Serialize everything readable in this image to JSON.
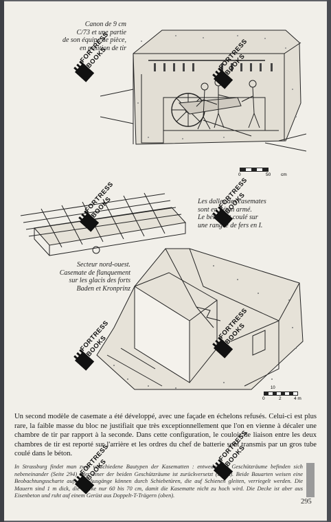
{
  "captions": {
    "cannon": [
      "Canon de 9 cm",
      "C/73 et une partie",
      "de son équipe de pièce,",
      "en position de tir"
    ],
    "ceiling": [
      "Les dalles des casemates",
      "sont en béton armé.",
      "Le béton est coulé sur",
      "une rangée de fers en I."
    ],
    "sector": [
      "Secteur nord-ouest.",
      "Casemate de flanquement",
      "sur les glacis des forts",
      "Baden et Kronprinz"
    ]
  },
  "scales": {
    "top": {
      "left": "0",
      "right": "50",
      "unit": "cm"
    },
    "bottom": {
      "left": "0",
      "mid": "10",
      "unit": "2",
      "right": "4 m"
    }
  },
  "body_text": "Un second modèle de casemate a été développé, avec une façade en échelons refusés. Celui-ci est plus rare, la faible masse du bloc ne justifiait que très exceptionnellement que l'on en vienne à décaler une chambre de tir par rapport à la seconde. Dans cette configuration, le couloir de liaison entre les deux chambres de tir est reporté sur l'arrière et les ordres du chef de batterie sont transmis par un gros tube coulé dans le béton.",
  "german_text": "In Strassburg findet man zwei verschiedene Bautypen der Kasematten : entweder die Geschützräume befinden sich nebeneinander (Seite 294) oder einer der beiden Geschützräume ist zurückversetzt (unten). Beide Bauarten weisen eine Beobachtungsscharte auf. Die Ausgänge können durch Schiebetüren, die auf Schienen gleiten, verriegelt werden. Die Mauern sind 1 m dick, die Decke nur 60 bis 70 cm, damit die Kasematte nicht zu hoch wird. Die Decke ist aber aus Eisenbeton und ruht auf einem Gerüst aus Doppelt-T-Trägern (oben).",
  "page_number": "295",
  "watermark": {
    "line1": "FORTRESS",
    "line2": "BOOKS"
  }
}
